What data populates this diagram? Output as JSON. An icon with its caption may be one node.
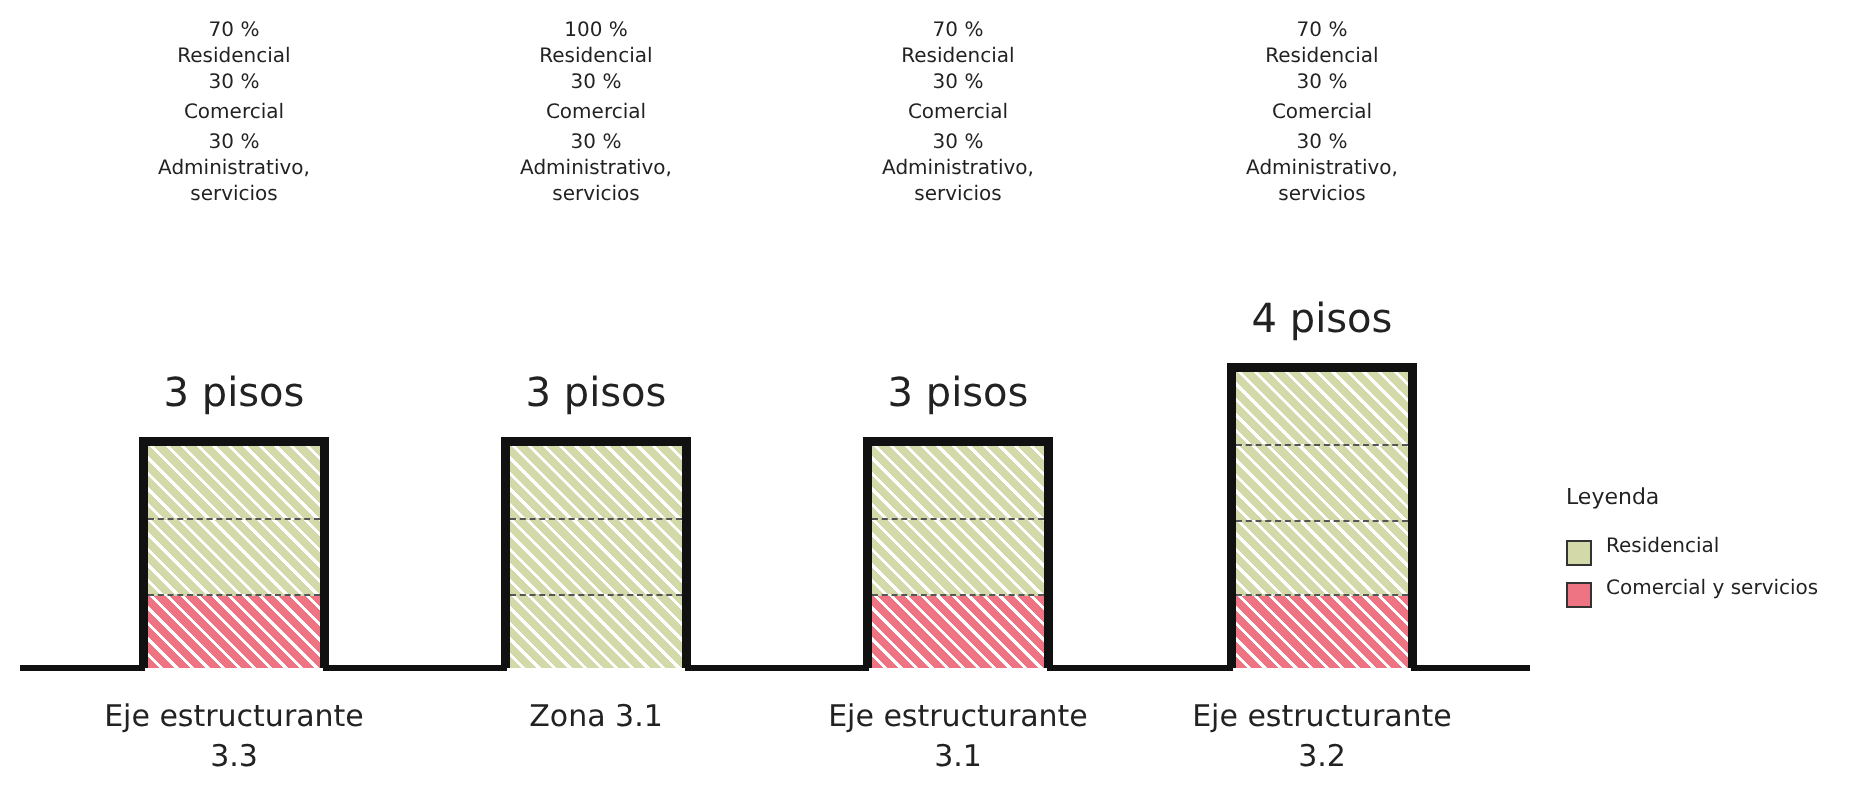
{
  "diagram": {
    "nodes": [
      {
        "text": [
          "3 pisos"
        ],
        "beside": [
          "70 %",
          "Residencial",
          "30 %",
          "Comercial",
          "30 %",
          "Administrativo, servicios",
          "Eje estructurante 3.3"
        ]
      },
      {
        "text": [],
        "shape": "box",
        "in": 0
      },
      {
        "text": [],
        "shape": "box",
        "in": 0
      },
      {
        "text": [],
        "shape": "box",
        "in": 0
      },
      {
        "text": [
          "3 pisos"
        ],
        "beside": [
          "100 %",
          "Residencial",
          "30 %",
          "Comercial",
          "30 %",
          "Administrativo, servicios",
          "Zona 3.1"
        ]
      },
      {
        "text": [],
        "shape": "box",
        "in": 4
      },
      {
        "text": [],
        "shape": "box",
        "in": 4
      },
      {
        "text": [],
        "shape": "box",
        "in": 4
      },
      {
        "text": [
          "3 pisos"
        ],
        "beside": [
          "70 %",
          "Residencial",
          "30 %",
          "Comercial",
          "30 %",
          "Administrativo, servicios",
          "Eje estructurante 3.1"
        ]
      },
      {
        "text": [],
        "shape": "box",
        "in": 8
      },
      {
        "text": [],
        "shape": "box",
        "in": 8
      },
      {
        "text": [],
        "shape": "box",
        "in": 8
      },
      {
        "text": [
          "4 pisos"
        ],
        "beside": [
          "70 %",
          "Residencial",
          "30 %",
          "Comercial",
          "30 %",
          "Administrativo, servicios",
          "Eje estructurante 3.2"
        ]
      },
      {
        "text": [],
        "shape": "box",
        "in": 12
      },
      {
        "text": [],
        "shape": "box",
        "in": 12
      },
      {
        "text": [],
        "shape": "box",
        "in": 12
      },
      {
        "text": [],
        "shape": "box",
        "in": 12
      }
    ],
    "labels": [
      "Leyenda"
    ],
    "legend": [
      {
        "text": "Residencial",
        "color": "#d3d9a8"
      },
      {
        "text": "Comercial y servicios",
        "color": "#ee7383"
      }
    ]
  }
}
